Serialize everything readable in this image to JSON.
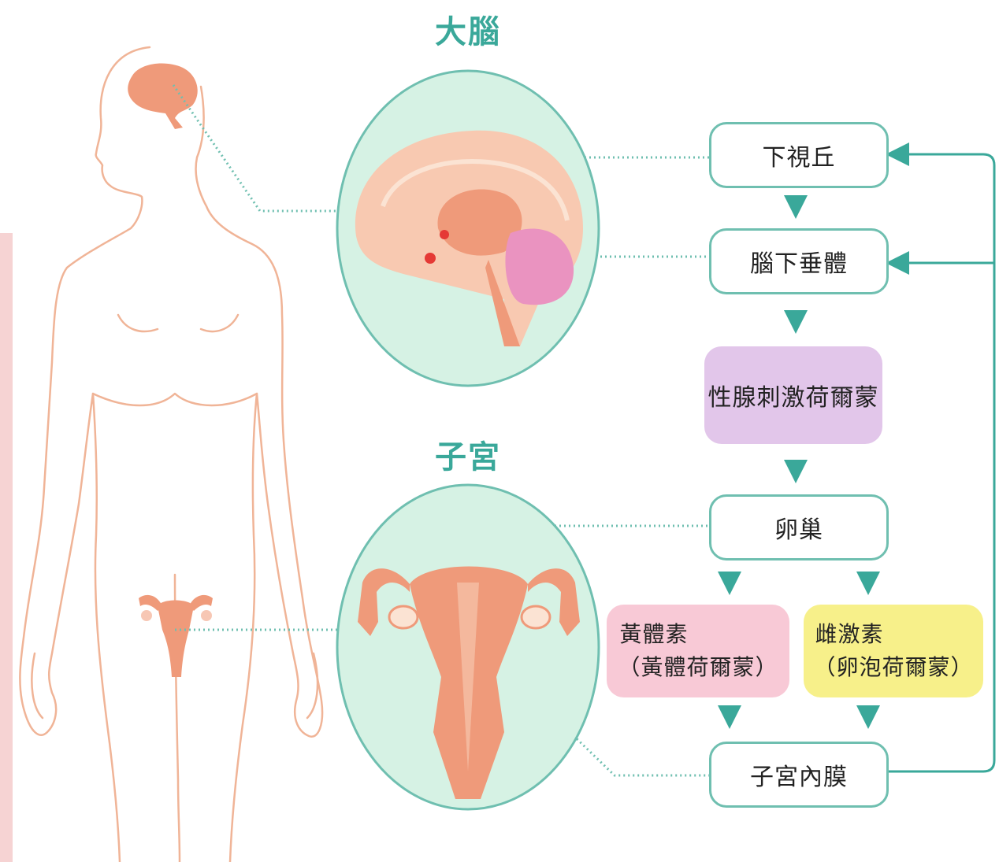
{
  "headings": {
    "brain": "大腦",
    "uterus": "子宮"
  },
  "nodes": {
    "hypothalamus": "下視丘",
    "pituitary": "腦下垂體",
    "gonadotropin": "性腺刺激荷爾蒙",
    "ovary": "卵巢",
    "progesterone": {
      "line1": "黃體素",
      "line2": "（黃體荷爾蒙）"
    },
    "estrogen": {
      "line1": "雌激素",
      "line2": "（卵泡荷爾蒙）"
    },
    "endometrium": "子宮內膜"
  },
  "colors": {
    "teal": "#3aa89a",
    "line": "#6fbfb0",
    "circle_fill": "#d6f2e4",
    "body_outline": "#f0b497",
    "organ": "#ef9a7a",
    "gonadotropin_fill": "#e2c6ea",
    "progesterone_fill": "#f8c9d6",
    "estrogen_fill": "#f7f08a",
    "pink_strip": "#f6d3d3"
  },
  "icons": [
    "down-arrow-icon",
    "feedback-arrow-icon",
    "brain-illustration",
    "uterus-illustration",
    "female-body-silhouette"
  ]
}
